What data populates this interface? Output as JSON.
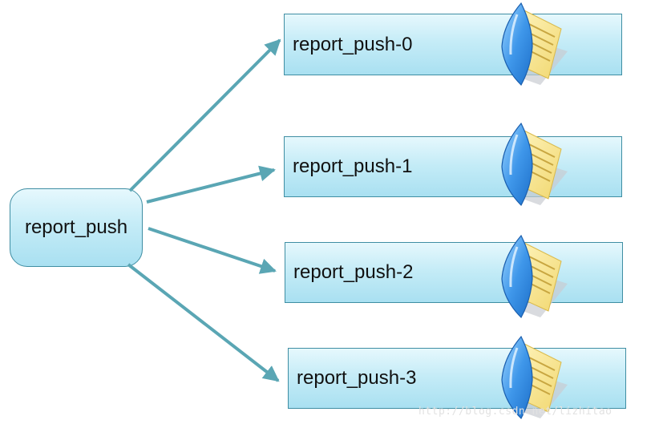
{
  "source": {
    "label": "report_push"
  },
  "targets": [
    {
      "label": "report_push-0",
      "icon": "folder-document-icon"
    },
    {
      "label": "report_push-1",
      "icon": "folder-document-icon"
    },
    {
      "label": "report_push-2",
      "icon": "folder-document-icon"
    },
    {
      "label": "report_push-3",
      "icon": "folder-document-icon"
    }
  ],
  "edges": [
    {
      "from": "report_push",
      "to": "report_push-0"
    },
    {
      "from": "report_push",
      "to": "report_push-1"
    },
    {
      "from": "report_push",
      "to": "report_push-2"
    },
    {
      "from": "report_push",
      "to": "report_push-3"
    }
  ],
  "colors": {
    "node_fill": "#c5ecf7",
    "node_border": "#3f8ea3",
    "arrow": "#5aa6b4"
  },
  "watermark": "http://blog.csdn.net/lizhitao"
}
